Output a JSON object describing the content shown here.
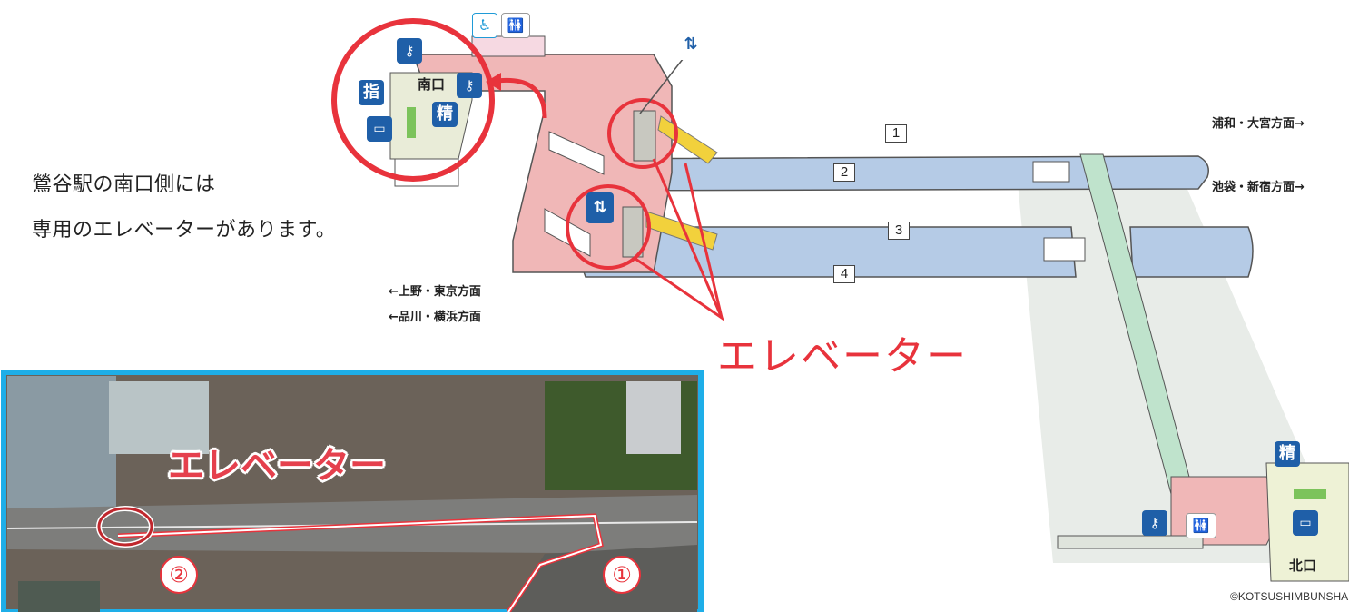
{
  "intro": {
    "line1": "鶯谷駅の南口側には",
    "line2": "専用のエレベーターがあります。"
  },
  "directions": {
    "top_right_1": "浦和・大宮方面→",
    "top_right_2": "池袋・新宿方面→",
    "bottom_left_1": "←上野・東京方面",
    "bottom_left_2": "←品川・横浜方面"
  },
  "platforms": [
    "1",
    "2",
    "3",
    "4"
  ],
  "exits": {
    "south": "南口",
    "north": "北口"
  },
  "signs": {
    "reserved": "指",
    "fare": "精",
    "fare_north": "精"
  },
  "elevator_callout": "エレベーター",
  "photo": {
    "label": "エレベーター",
    "markers": [
      "②",
      "①"
    ]
  },
  "copyright": "©KOTSUSHIMBUNSHA",
  "colors": {
    "accent_red": "#e8333c",
    "platform_blue": "#b5cbe6",
    "concourse_pink": "#f0b7b7",
    "photo_border": "#1eaee8"
  }
}
